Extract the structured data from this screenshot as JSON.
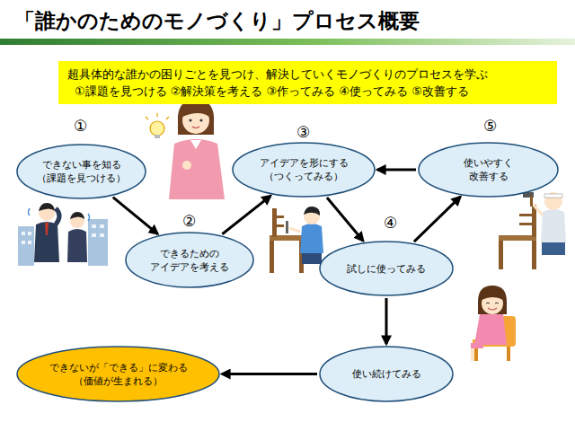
{
  "diagram": {
    "title": "「誰かのためのモノづくり」プロセス概要",
    "nodes": [
      {
        "text": [
          "超具体的な誰かの困りごとを見つけ、解決していくモノづくりのプロセスを学ぶ",
          "①課題を見つける ②解決策を考える ③作ってみる ④使ってみる ⑤改善する"
        ]
      },
      {
        "text": [
          "できない事を知る （課題を見つける）"
        ]
      },
      {
        "text": [
          "できるための アイデアを考える"
        ]
      },
      {
        "text": [
          "アイデアを形にする （つくってみる）"
        ]
      },
      {
        "text": [
          "試しに使ってみる"
        ]
      },
      {
        "text": [
          "使いやすく 改善する"
        ]
      },
      {
        "text": [
          "使い続けてみる"
        ]
      },
      {
        "text": [
          "できないが「できる」に変わる （価値が生まれる）"
        ]
      }
    ],
    "edges": [
      {
        "from": 1,
        "to": 2,
        "arrow": "to"
      },
      {
        "from": 2,
        "to": 3,
        "arrow": "to"
      },
      {
        "from": 3,
        "to": 4,
        "arrow": "to"
      },
      {
        "from": 4,
        "to": 5,
        "arrow": "to"
      },
      {
        "from": 5,
        "to": 3,
        "arrow": "to"
      },
      {
        "from": 4,
        "to": 6,
        "arrow": "to"
      },
      {
        "from": 6,
        "to": 7,
        "arrow": "to"
      }
    ],
    "labels": [
      "①",
      "②",
      "③",
      "④",
      "⑤"
    ]
  }
}
